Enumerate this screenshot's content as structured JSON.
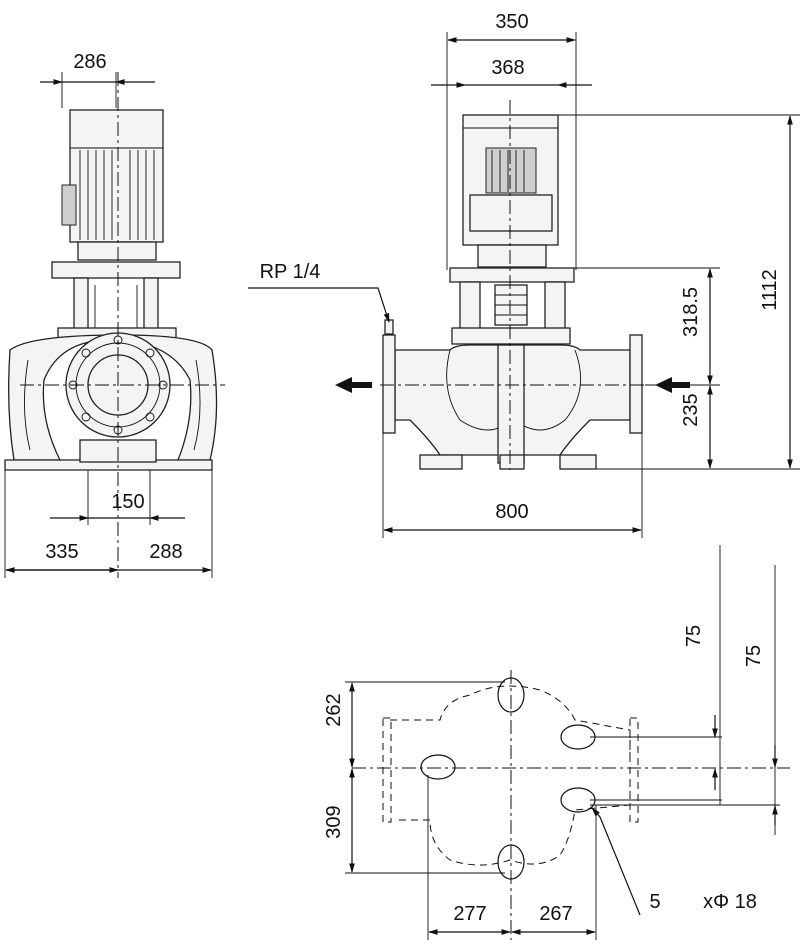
{
  "dimensions": {
    "front_top_width": "286",
    "front_flange": "150",
    "front_base_left": "335",
    "front_base_right": "288",
    "side_motor_outer": "350",
    "side_motor_inner": "368",
    "side_port": "RP 1/4",
    "side_height_upper": "318.5",
    "side_height_lower": "235",
    "side_total_height": "1112",
    "side_length": "800",
    "plan_right_inner": "75",
    "plan_right_outer": "75",
    "plan_upper": "262",
    "plan_lower": "309",
    "plan_bottom_left": "277",
    "plan_bottom_right": "267",
    "plan_holes_count": "5",
    "plan_holes_spec": "xΦ 18"
  }
}
